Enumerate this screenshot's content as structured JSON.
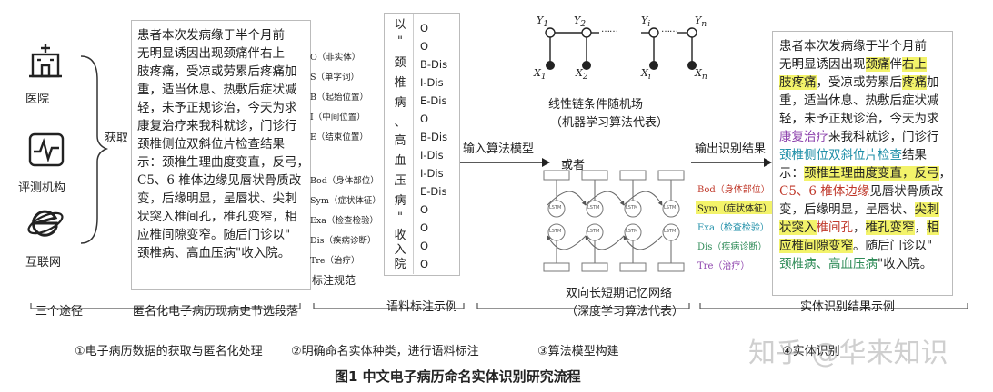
{
  "sources": {
    "hospital": "医院",
    "eval_org": "评测机构",
    "internet": "互联网",
    "acquire": "获取"
  },
  "record_lines": [
    "患者本次发病缘于半个月前",
    "无明显诱因出现颈痛伴右上",
    "肢疼痛，受凉或劳累后疼痛加",
    "重，适当休息、热敷后症状减",
    "轻，未予正规诊治，今天为求",
    "康复治疗来我科就诊，门诊行",
    "颈椎侧位双斜位片检查结果",
    "示：颈椎生理曲度变直，反弓，",
    "C5、6 椎体边缘见唇状骨质改",
    "变，后缘明显，呈唇状、尖刺",
    "状突入椎间孔，椎孔变窄，相",
    "应椎间隙变窄。随后门诊以\"",
    "颈椎病、高血压病\"收入院。"
  ],
  "annotation_spec": {
    "scheme": [
      "O（非实体）",
      "S（单字词）",
      "B（起始位置）",
      "I（中间位置）",
      "E（结束位置）"
    ],
    "entities": [
      "Bod（身体部位）",
      "Sym（症状体征）",
      "Exa（检查检验）",
      "Dis（疾病诊断）",
      "Tre（治疗）"
    ],
    "label": "标注规范"
  },
  "corpus_example": {
    "chars": [
      "以",
      "\"",
      "颈",
      "椎",
      "病",
      "、",
      "高",
      "血",
      "压",
      "病",
      "\"",
      "收",
      "入",
      "院"
    ],
    "tags": [
      "O",
      "O",
      "B-Dis",
      "I-Dis",
      "E-Dis",
      "O",
      "B-Dis",
      "I-Dis",
      "I-Dis",
      "E-Dis",
      "O",
      "O",
      "O",
      "O"
    ]
  },
  "models": {
    "input_label": "输入算法模型",
    "output_label": "输出识别结果",
    "or": "或者",
    "crf_name": "线性链条件随机场",
    "crf_sub": "（机器学习算法代表）",
    "crf_y": [
      "Y",
      "Y",
      "Y",
      "Y"
    ],
    "crf_y_sub": [
      "1",
      "2",
      "i",
      "n"
    ],
    "crf_x": [
      "X",
      "X",
      "X",
      "X"
    ],
    "crf_x_sub": [
      "1",
      "2",
      "i",
      "n"
    ],
    "crf_dots": "……",
    "lstm_name": "双向长短期记忆网络",
    "lstm_sub": "（深度学习算法代表）",
    "lstm_cell": "LSTM"
  },
  "legend": [
    "Bod（身体部位）",
    "Sym（症状体征）",
    "Exa（检查检验）",
    "Dis（疾病诊断）",
    "Tre（治疗）"
  ],
  "result_lines": [
    [
      {
        "t": "患者本次发病缘于半个月前"
      }
    ],
    [
      {
        "t": "无明显诱因出现"
      },
      {
        "t": "颈痛",
        "c": "hl"
      },
      {
        "t": "伴"
      },
      {
        "t": "右上",
        "c": "hl"
      }
    ],
    [
      {
        "t": "肢疼痛",
        "c": "hl"
      },
      {
        "t": "，受凉或劳累后"
      },
      {
        "t": "疼痛",
        "c": "hl"
      },
      {
        "t": "加"
      }
    ],
    [
      {
        "t": "重，适当休息、热敷后症状减"
      }
    ],
    [
      {
        "t": "轻，未予正规诊治，今天为求"
      }
    ],
    [
      {
        "t": "康复治疗",
        "c": "c-tre"
      },
      {
        "t": "来我科就诊，门诊行"
      }
    ],
    [
      {
        "t": "颈椎侧位双斜位片检查",
        "c": "c-exa"
      },
      {
        "t": "结果"
      }
    ],
    [
      {
        "t": "示："
      },
      {
        "t": "颈椎生理曲度变直，反弓",
        "c": "hl"
      },
      {
        "t": "，"
      }
    ],
    [
      {
        "t": "C5、6 椎体边缘",
        "c": "c-bod"
      },
      {
        "t": "见唇状骨质改"
      }
    ],
    [
      {
        "t": "变，后缘明显，呈唇状、"
      },
      {
        "t": "尖刺",
        "c": "hl"
      }
    ],
    [
      {
        "t": "状突入",
        "c": "hl"
      },
      {
        "t": "椎间孔",
        "c": "c-bod"
      },
      {
        "t": "，"
      },
      {
        "t": "椎孔变窄",
        "c": "hl"
      },
      {
        "t": "，"
      },
      {
        "t": "相",
        "c": "hl"
      }
    ],
    [
      {
        "t": "应椎间隙变窄",
        "c": "hl"
      },
      {
        "t": "。随后门诊以\""
      }
    ],
    [
      {
        "t": "颈椎病、高血压病",
        "c": "c-dis"
      },
      {
        "t": "\"收入院。"
      }
    ]
  ],
  "captions": {
    "three_ways": "三个途径",
    "anon_record": "匿名化电子病历现病史节选段落",
    "corpus_label": "语料标注示例",
    "result_example": "实体识别结果示例",
    "step1": "①电子病历数据的获取与匿名化处理",
    "step2": "②明确命名实体种类，进行语料标注",
    "step3": "③算法模型构建",
    "step4": "④实体识别",
    "watermark": "知乎 @华来知识",
    "figure": "图1 中文电子病历命名实体识别研究流程"
  },
  "colors": {
    "highlight": "#f3f36a",
    "bod": "#c0392b",
    "exa": "#1f8fa8",
    "dis": "#2e8b57",
    "tre": "#8e44ad"
  }
}
